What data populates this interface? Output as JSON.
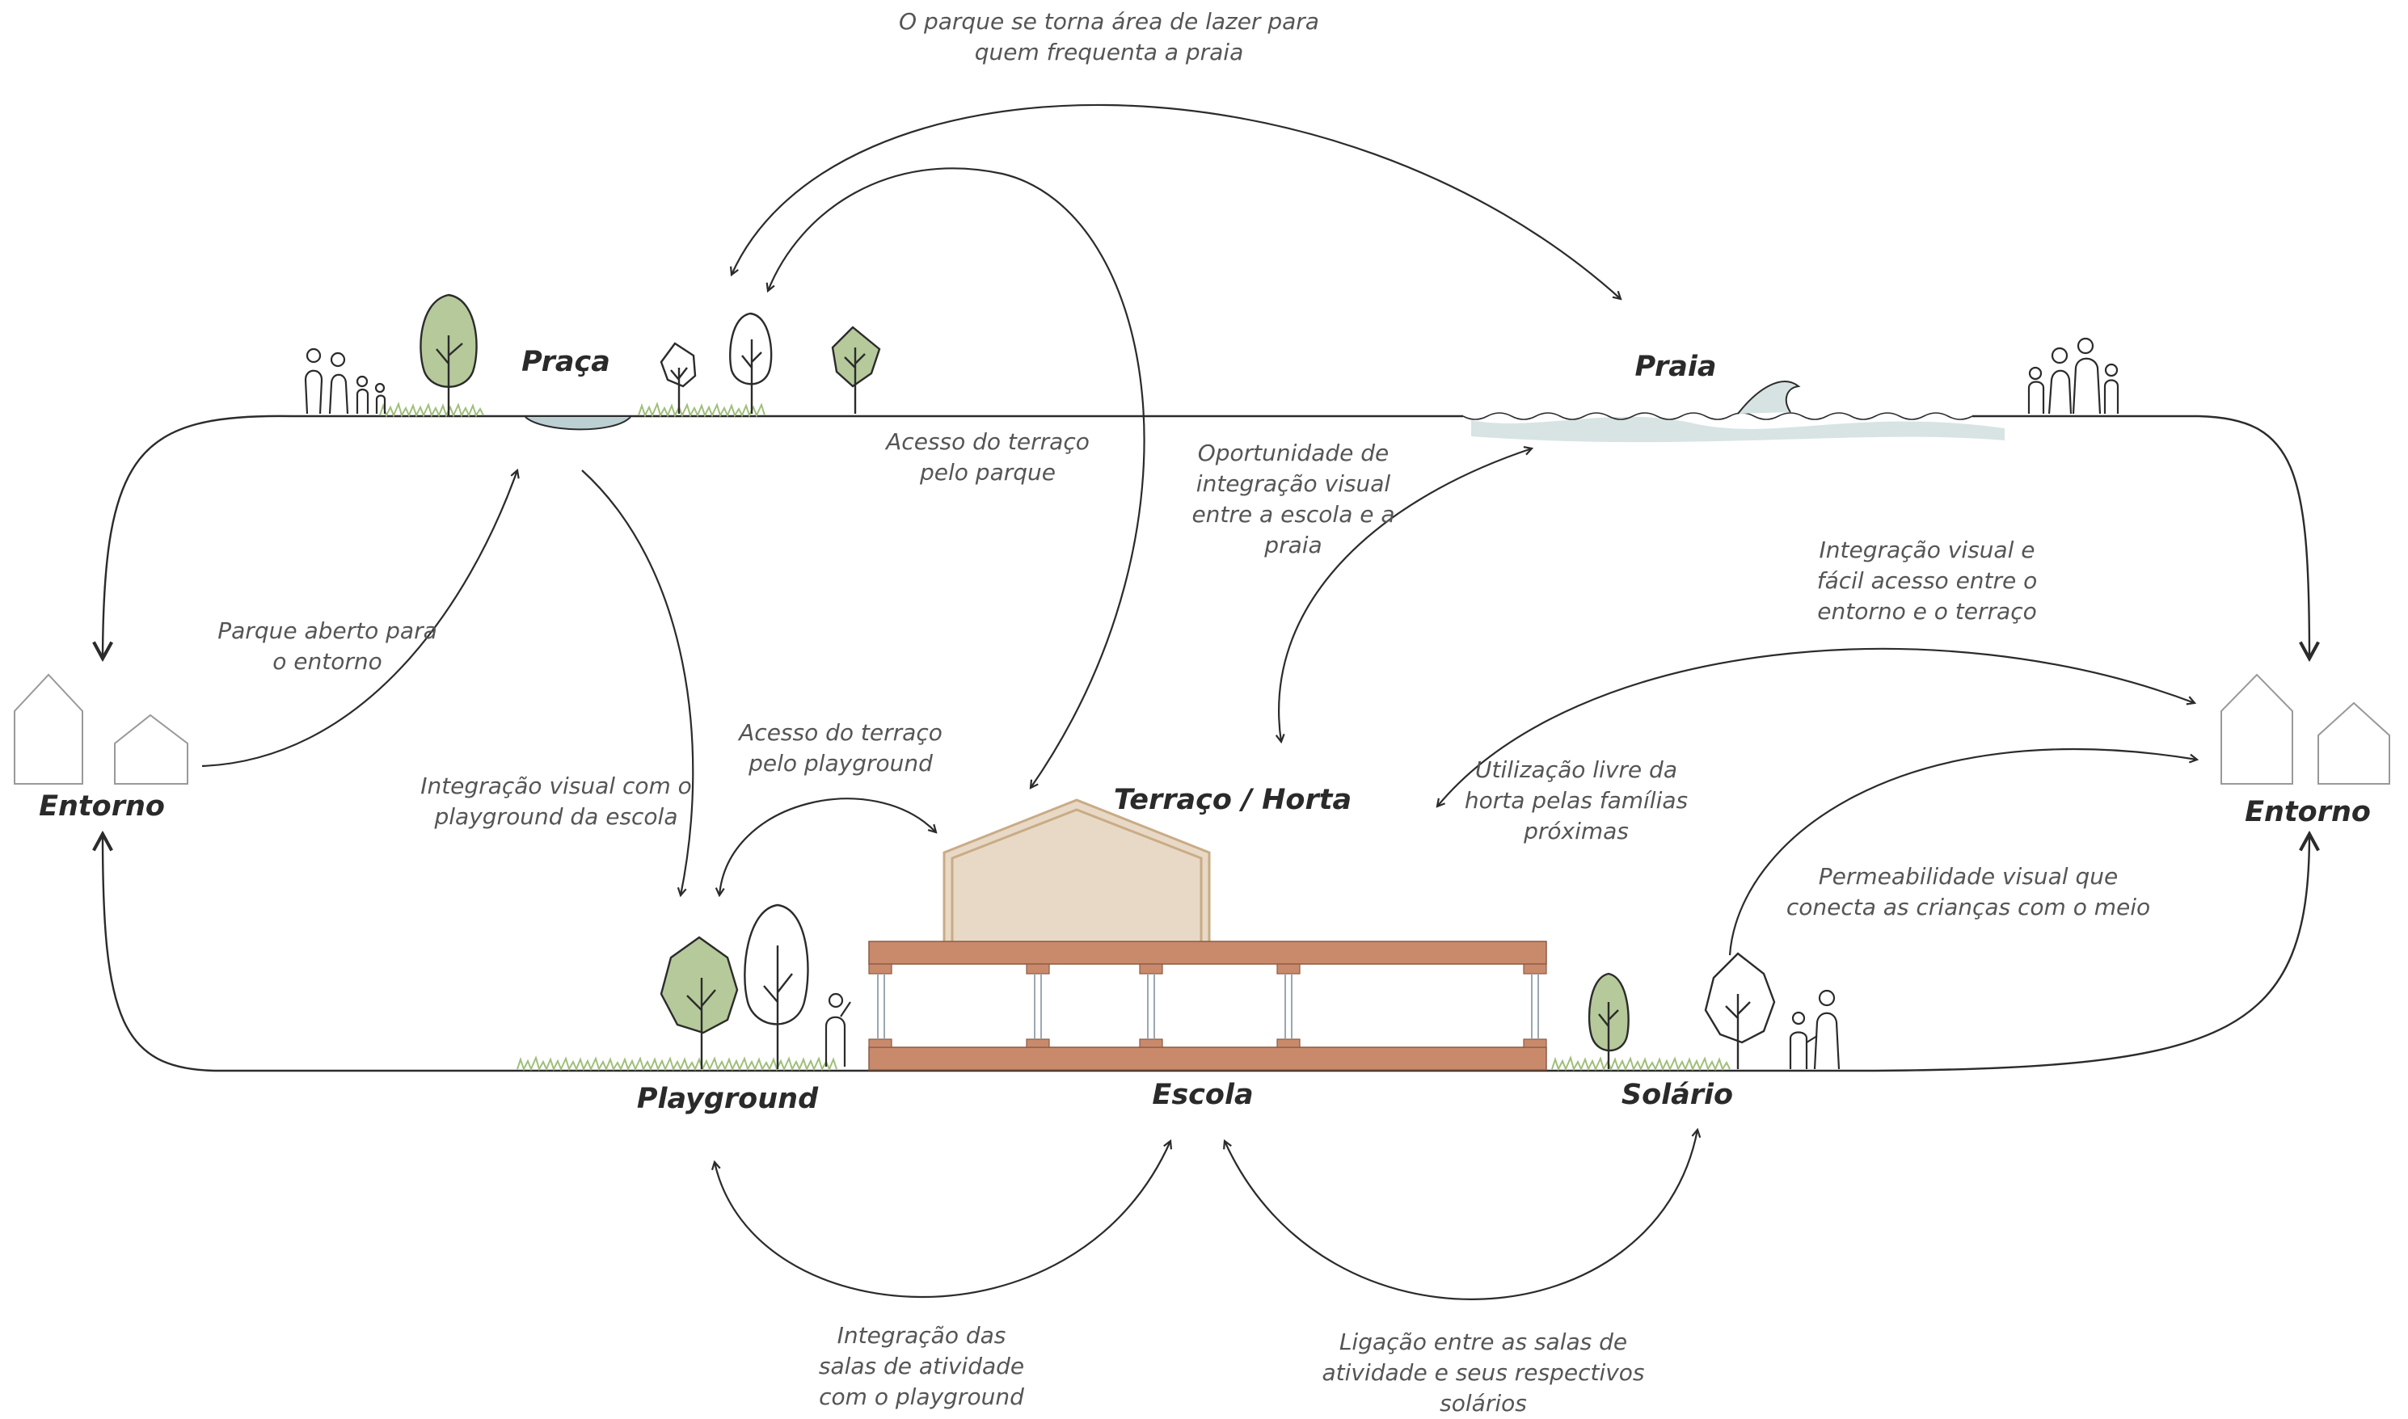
{
  "labels": {
    "praca": "Praça",
    "praia": "Praia",
    "entorno_left": "Entorno",
    "entorno_right": "Entorno",
    "terraco": "Terraço / Horta",
    "playground": "Playground",
    "escola": "Escola",
    "solario": "Solário"
  },
  "notes": {
    "parque_lazer": [
      "O parque se torna área de lazer para",
      "quem frequenta a praia"
    ],
    "acesso_parque": [
      "Acesso do terraço",
      "pelo parque"
    ],
    "oportunidade": [
      "Oportunidade de",
      "integração visual",
      "entre a escola e a",
      "praia"
    ],
    "parque_aberto": [
      "Parque aberto para",
      "o entorno"
    ],
    "integracao_entorno": [
      "Integração visual e",
      "fácil acesso entre o",
      "entorno e o terraço"
    ],
    "acesso_playground": [
      "Acesso do terraço",
      "pelo playground"
    ],
    "integracao_playground": [
      "Integração visual com o",
      "playground da escola"
    ],
    "horta_livre": [
      "Utilização livre da",
      "horta pelas famílias",
      "próximas"
    ],
    "permeabilidade": [
      "Permeabilidade visual que",
      "conecta as crianças com o meio"
    ],
    "salas_playground": [
      "Integração das",
      "salas de atividade",
      "com o playground"
    ],
    "salas_solarios": [
      "Ligação entre as salas de",
      "atividade e seus respectivos",
      "solários"
    ]
  },
  "colors": {
    "line": "#2b2b2b",
    "tree_fill": "#b5c99a",
    "grass": "#9fbf7a",
    "brick": "#c98a6c",
    "roof": "#c9ab86",
    "water": "#c8d8d8",
    "text": "#555555"
  }
}
